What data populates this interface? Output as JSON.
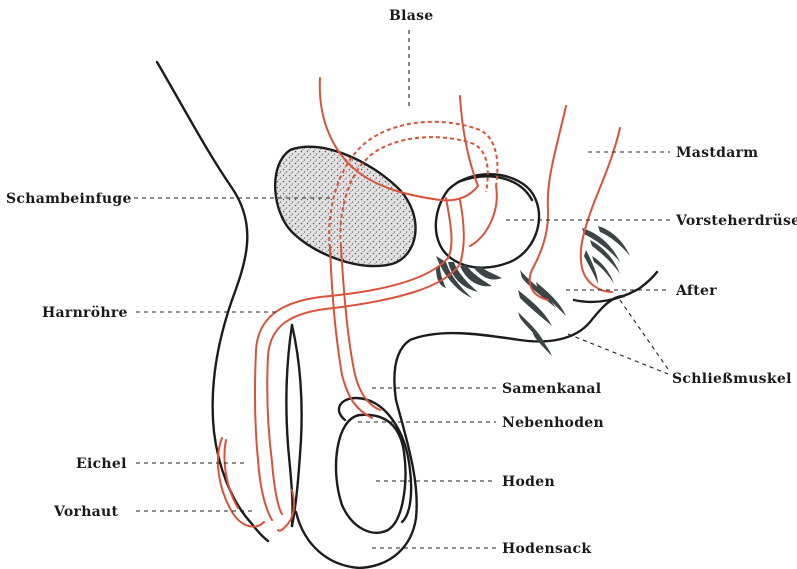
{
  "labels": {
    "bladder": "Blase",
    "rectum": "Mastdarm",
    "pubic_symphysis": "Schambeinfuge",
    "prostate": "Vorsteherdrüse",
    "anus": "After",
    "urethra": "Harnröhre",
    "sphincter": "Schließmuskel",
    "vas_deferens": "Samenkanal",
    "epididymis": "Nebenhoden",
    "glans": "Eichel",
    "testis": "Hoden",
    "foreskin": "Vorhaut",
    "scrotum": "Hodensack"
  },
  "colors": {
    "outline": "#1c1c1c",
    "ducts": "#d9533a",
    "muscle": "#3c4446",
    "bone_fill": "#d8d8d8"
  }
}
